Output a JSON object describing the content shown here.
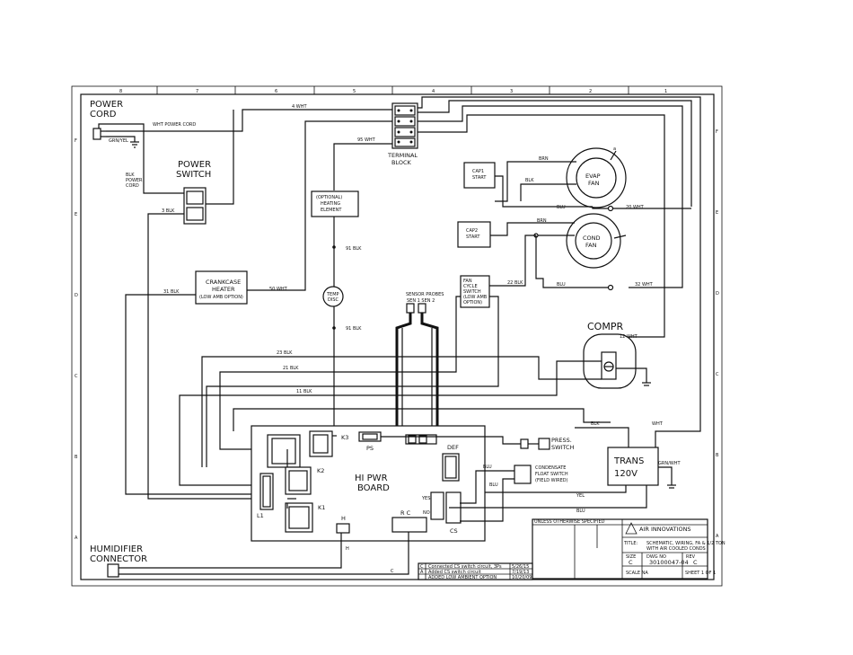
{
  "zones_top": [
    "8",
    "7",
    "6",
    "5",
    "4",
    "3",
    "2",
    "1"
  ],
  "zones_side": [
    "F",
    "E",
    "D",
    "C",
    "B",
    "A"
  ],
  "labels": {
    "power_cord": [
      "POWER",
      "CORD"
    ],
    "wht_power_cord": "WHT POWER CORD",
    "grn_yel": "GRN/YEL",
    "blk_power_cord": [
      "BLK",
      "POWER",
      "CORD"
    ],
    "power_switch": [
      "POWER",
      "SWITCH"
    ],
    "blk3": "3 BLK",
    "wht4": "4 WHT",
    "wht95": "95 WHT",
    "terminal_block": [
      "TERMINAL",
      "BLOCK"
    ],
    "heating_element": [
      "(OPTIONAL)",
      "HEATING",
      "ELEMENT"
    ],
    "blk91a": "91 BLK",
    "blk91b": "91 BLK",
    "temp_disc": [
      "TEMP",
      "DISC"
    ],
    "crankcase": [
      "CRANKCASE",
      "HEATER",
      "(LOW AMB OPTION)"
    ],
    "wht50": "50 WHT",
    "blk31": "31 BLK",
    "cap1": [
      "CAP1",
      "START"
    ],
    "cap2": [
      "CAP2",
      "START"
    ],
    "brn1": "BRN",
    "brn2": "BRN",
    "blk_fan": "BLK",
    "blu1": "BLU",
    "blu2": "BLU",
    "wht20": "20 WHT",
    "wht32": "32 WHT",
    "evap_fan": [
      "EVAP",
      "FAN"
    ],
    "cond_fan": [
      "COND",
      "FAN"
    ],
    "fan_cycle": [
      "FAN",
      "CYCLE",
      "SWITCH",
      "(LOW AMB",
      "OPTION)"
    ],
    "blk22": "22 BLK",
    "compr": "COMPR",
    "wht12": "12 WHT",
    "blk23": "23 BLK",
    "blk21": "21 BLK",
    "blk11": "11 BLK",
    "sensor_probe": [
      "SENSOR PROBES",
      "SEN 1  SEN 2"
    ],
    "blk_trans": "BLK",
    "wht_trans": "WHT",
    "trans": [
      "TRANS",
      "120V"
    ],
    "grn_wht": "GRN/WHT",
    "press_switch": [
      "PRESS.",
      "SWITCH"
    ],
    "condensate": [
      "CONDENSATE",
      "FLOAT SWITCH",
      "(FIELD WIRED)"
    ],
    "blu_cs1": "BLU",
    "blu_cs2": "BLU",
    "yel": "YEL",
    "blu3": "BLU",
    "board": [
      "HI PWR",
      "BOARD"
    ],
    "k1": "K1",
    "k2": "K2",
    "k3": "K3",
    "l1": "L1",
    "ps": "PS",
    "def": "DEF",
    "h": "H",
    "rc": "R  C",
    "cs": "CS",
    "yes": "YES",
    "no": "NO",
    "h_wire": "H",
    "c_wire": "C",
    "humidifier": [
      "HUMIDIFIER",
      "CONNECTOR"
    ]
  },
  "title_block": {
    "company": "AIR INNOVATIONS",
    "title_line1": "SCHEMATIC, WIRING, FA & 1/2 TON",
    "title_line2": "WITH AIR COOLED CONDS",
    "dwg_no_label": "DWG NO",
    "dwg_no": "30100047-04",
    "size_label": "SIZE",
    "size": "C",
    "rev_label": "REV",
    "rev": "C",
    "scale": "SCALE  NA",
    "sheet": "SHEET 1 OF 1",
    "unless": "UNLESS OTHERWISE SPECIFIED",
    "title_label": "TITLE:",
    "rev_rows": [
      {
        "rev": "C",
        "desc": "Connected CS switch circuit, 3Ps",
        "date": "5/26/15"
      },
      {
        "rev": "A",
        "desc": "Added CS switch circuit",
        "date": "7/19/13"
      },
      {
        "rev": "",
        "desc": "ADDED LOW AMBIENT OPTION",
        "date": "10/20/09"
      }
    ]
  }
}
